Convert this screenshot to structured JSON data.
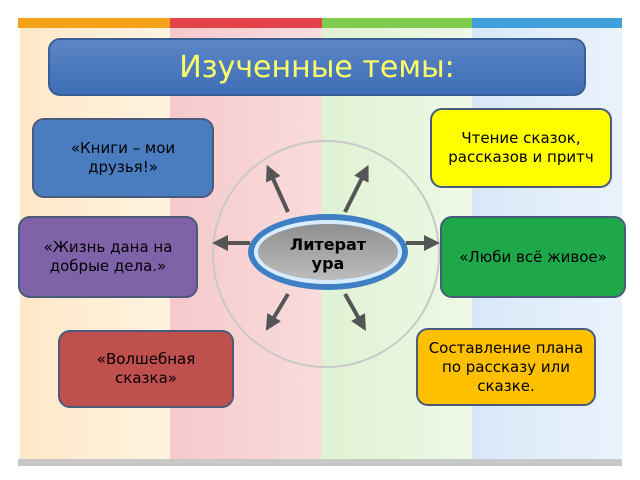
{
  "title": "Изученные темы:",
  "center": {
    "label": "Литерат\nура"
  },
  "topics": [
    {
      "label": "«Книги – мои друзья!»",
      "color": "#4a7cc0"
    },
    {
      "label": "Чтение сказок, рассказов и притч",
      "color": "#ffff00"
    },
    {
      "label": "«Жизнь дана на добрые дела.»",
      "color": "#8062a8"
    },
    {
      "label": "«Люби всё живое»",
      "color": "#1ea84a"
    },
    {
      "label": "«Волшебная сказка»",
      "color": "#c0504d"
    },
    {
      "label": "Составление плана по рассказу или сказке.",
      "color": "#ffc000"
    }
  ],
  "colors": {
    "title_text": "#ffff66",
    "arrow": "#555555",
    "ring": "#3f7fc3"
  }
}
